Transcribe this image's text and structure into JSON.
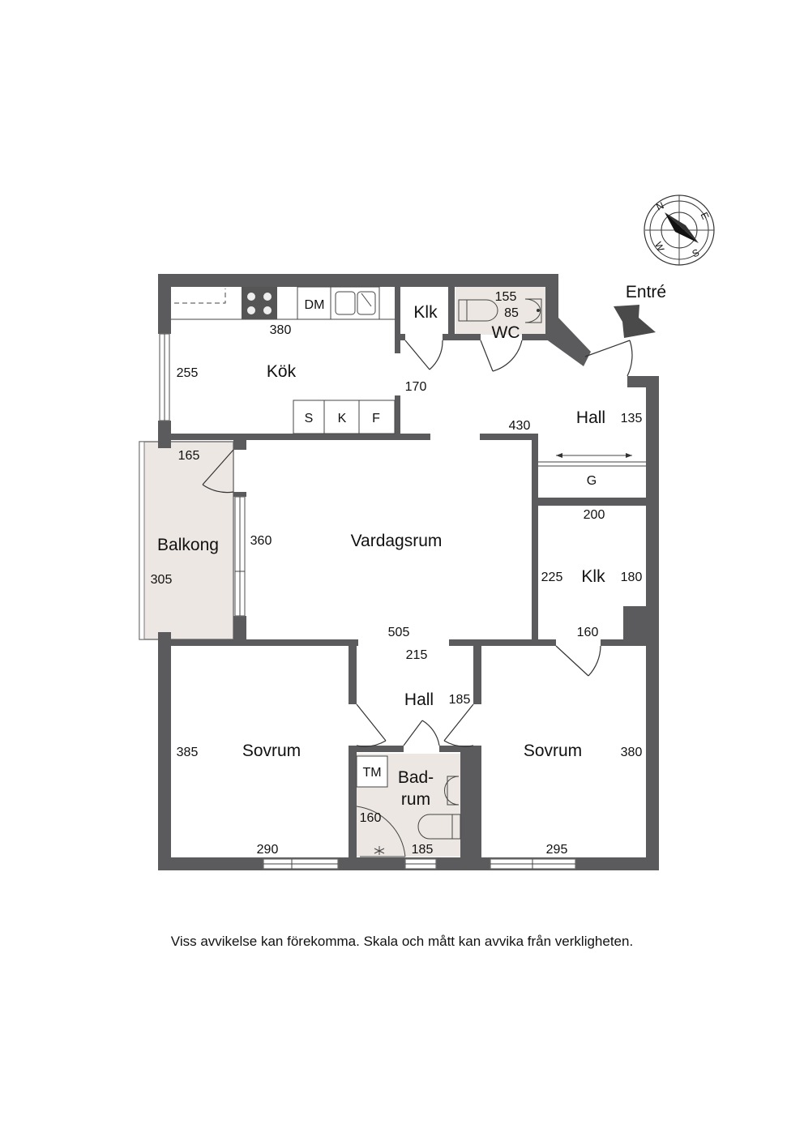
{
  "rooms": {
    "kok": "Kök",
    "klk_top": "Klk",
    "wc": "WC",
    "hall_upper": "Hall",
    "vardagsrum": "Vardagsrum",
    "balkong": "Balkong",
    "klk_mid": "Klk",
    "hall_lower": "Hall",
    "sovrum_left": "Sovrum",
    "sovrum_right": "Sovrum",
    "badrum_line1": "Bad-",
    "badrum_line2": "rum"
  },
  "fixtures": {
    "dm": "DM",
    "s": "S",
    "k": "K",
    "f": "F",
    "g": "G",
    "tm": "TM"
  },
  "dimensions": {
    "kok_width": "380",
    "kok_height": "255",
    "passage_170": "170",
    "wc_155": "155",
    "wc_85": "85",
    "hall_430": "430",
    "hall_135": "135",
    "balkong_165": "165",
    "balkong_305": "305",
    "vardagsrum_360": "360",
    "klk_200": "200",
    "klk_225": "225",
    "klk_180": "180",
    "klk_160": "160",
    "vardagsrum_505": "505",
    "hall_215": "215",
    "hall_185": "185",
    "sovrum_left_385": "385",
    "sovrum_left_290": "290",
    "badrum_160": "160",
    "badrum_185": "185",
    "sovrum_right_380": "380",
    "sovrum_right_295": "295"
  },
  "entrance": "Entré",
  "compass": {
    "n": "N",
    "e": "E",
    "s": "S",
    "w": "W"
  },
  "disclaimer": "Viss avvikelse kan förekomma. Skala och mått kan avvika från verkligheten.",
  "colors": {
    "wall": "#5b5b5d",
    "tile": "#ece7e2"
  }
}
